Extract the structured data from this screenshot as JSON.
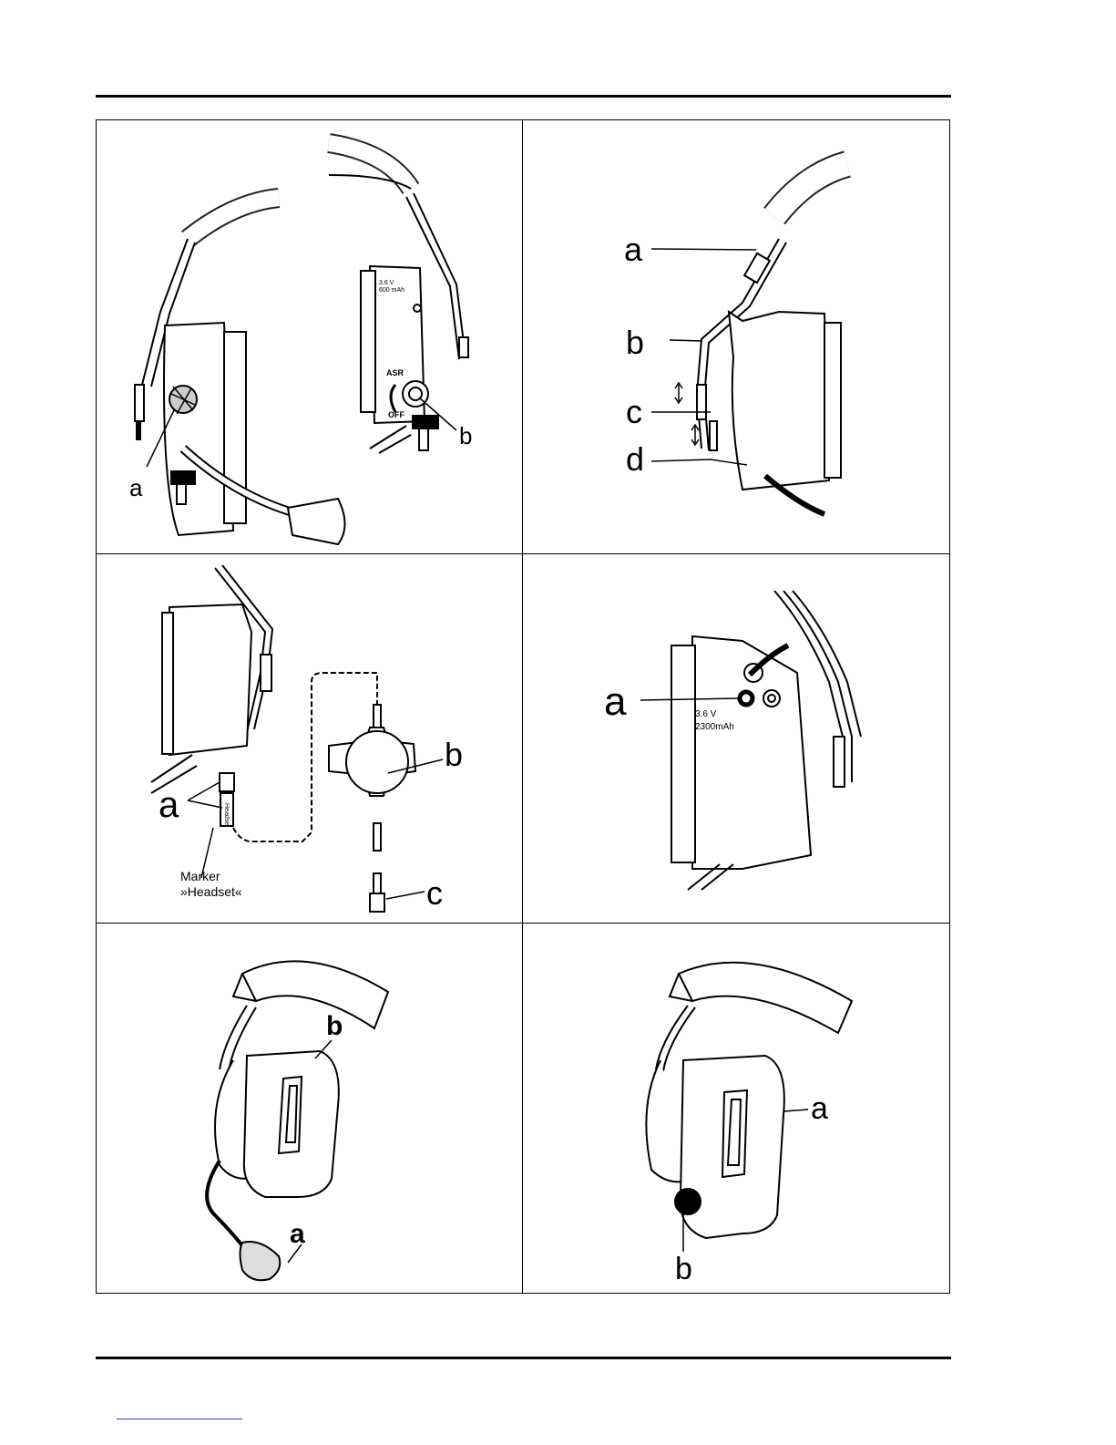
{
  "labels": {
    "p1_a": "a",
    "p1_b": "b",
    "p1_spec": "3.6 V",
    "p1_spec2": "600 mAh",
    "p1_asr": "ASR",
    "p1_off": "OFF",
    "p2_a": "a",
    "p2_b": "b",
    "p2_c": "c",
    "p2_d": "d",
    "p3_a": "a",
    "p3_b": "b",
    "p3_c": "c",
    "p3_marker1": "Marker",
    "p3_marker2": "»Headset«",
    "p3_tag": "Headset",
    "p4_a": "a",
    "p4_spec": "3.6 V",
    "p4_spec2": "2300mAh",
    "p5_a": "a",
    "p5_b": "b",
    "p6_a": "a",
    "p6_b": "b"
  }
}
